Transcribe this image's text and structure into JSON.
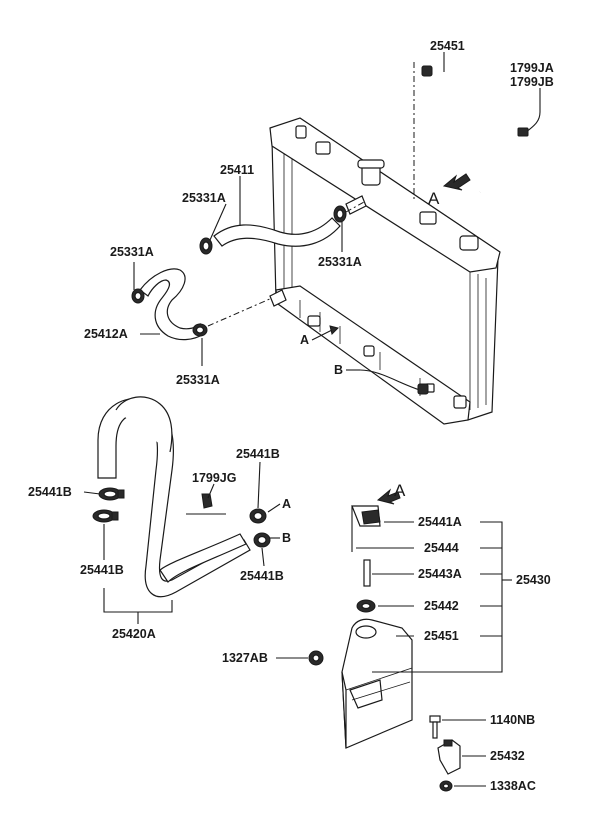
{
  "diagram": {
    "labels": {
      "p25451_top": "25451",
      "p1799JA": "1799JA",
      "p1799JB": "1799JB",
      "p25411": "25411",
      "p25331A_1": "25331A",
      "p25331A_2": "25331A",
      "p25331A_3": "25331A",
      "p25331A_4": "25331A",
      "p25412A": "25412A",
      "ref_A_radiator": "A",
      "ref_A_pointer": "A",
      "ref_B_pointer": "B",
      "p25441B_1": "25441B",
      "p1799JG": "1799JG",
      "p25441B_2": "25441B",
      "ref_A_hose": "A",
      "ref_B_hose": "B",
      "p25441B_3": "25441B",
      "p25441B_4": "25441B",
      "p25420A": "25420A",
      "ref_A_tank": "A",
      "p25441A": "25441A",
      "p25444": "25444",
      "p25443A": "25443A",
      "p25430": "25430",
      "p25442": "25442",
      "p25451_tank": "25451",
      "p1327AB": "1327AB",
      "p1140NB": "1140NB",
      "p25432": "25432",
      "p1338AC": "1338AC"
    }
  }
}
